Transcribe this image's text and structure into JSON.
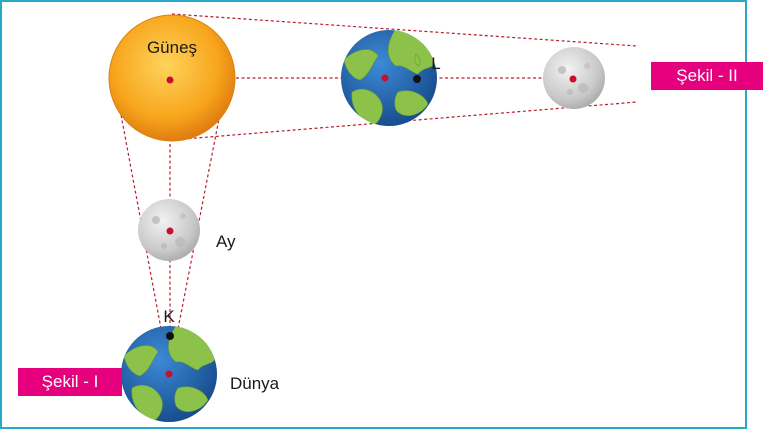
{
  "labels": {
    "sun": "Güneş",
    "moon": "Ay",
    "earth": "Dünya",
    "point_k": "K",
    "point_l": "L"
  },
  "figures": {
    "figure_1": "Şekil - I",
    "figure_2": "Şekil - II"
  },
  "colors": {
    "border": "#2aa8c8",
    "tag_bg": "#e6007e",
    "ray": "#b8202c",
    "center_dot": "#c8102e",
    "sun": "#f7a51c",
    "ocean": "#1d5fa8",
    "land": "#8cc24a",
    "moon": "#c8c8c8"
  }
}
